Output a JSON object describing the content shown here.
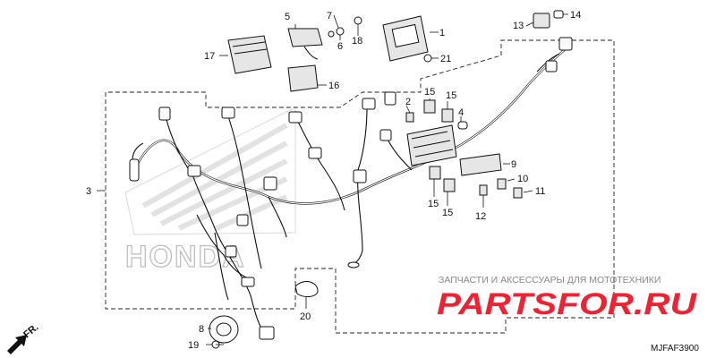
{
  "diagram": {
    "code": "MJFAF3900",
    "direction": "FR.",
    "callouts": [
      {
        "id": "c1",
        "label": "1"
      },
      {
        "id": "c2",
        "label": "2"
      },
      {
        "id": "c3",
        "label": "3"
      },
      {
        "id": "c4",
        "label": "4"
      },
      {
        "id": "c5",
        "label": "5"
      },
      {
        "id": "c6",
        "label": "6"
      },
      {
        "id": "c7",
        "label": "7"
      },
      {
        "id": "c8",
        "label": "8"
      },
      {
        "id": "c9",
        "label": "9"
      },
      {
        "id": "c10",
        "label": "10"
      },
      {
        "id": "c11",
        "label": "11"
      },
      {
        "id": "c12",
        "label": "12"
      },
      {
        "id": "c13",
        "label": "13"
      },
      {
        "id": "c14",
        "label": "14"
      },
      {
        "id": "c15a",
        "label": "15"
      },
      {
        "id": "c15b",
        "label": "15"
      },
      {
        "id": "c15c",
        "label": "15"
      },
      {
        "id": "c15d",
        "label": "15"
      },
      {
        "id": "c16",
        "label": "16"
      },
      {
        "id": "c17",
        "label": "17"
      },
      {
        "id": "c18",
        "label": "18"
      },
      {
        "id": "c19",
        "label": "19"
      },
      {
        "id": "c20",
        "label": "20"
      },
      {
        "id": "c21",
        "label": "21"
      }
    ]
  },
  "watermark": {
    "caption": "ЗАПЧАСТИ И АКСЕССУАРЫ ДЛЯ МОТОТЕХНИКИ",
    "brand": "PARTSFOR.RU",
    "background_logo": "HONDA",
    "brand_color": "#ee2233"
  },
  "icons": {
    "arrow": "direction-arrow-icon"
  }
}
